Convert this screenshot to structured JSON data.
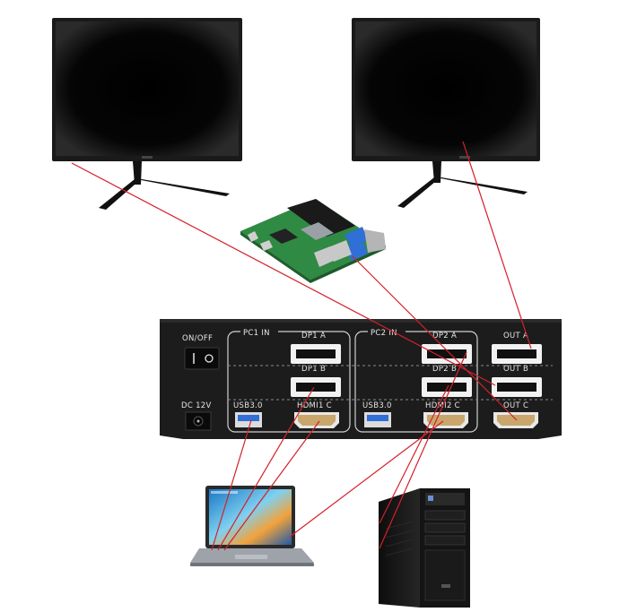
{
  "panel": {
    "power_label": "ON/OFF",
    "dc_label": "DC 12V",
    "pc1": {
      "group_label": "PC1 IN",
      "dp_a": "DP1 A",
      "dp_b": "DP1 B",
      "usb": "USB3.0",
      "hdmi": "HDMI1 C"
    },
    "pc2": {
      "group_label": "PC2 IN",
      "dp_a": "DP2 A",
      "dp_b": "DP2 B",
      "usb": "USB3.0",
      "hdmi": "HDMI2 C"
    },
    "outputs": {
      "out_a": "OUT A",
      "out_b": "OUT B",
      "out_c": "OUT C"
    }
  },
  "colors": {
    "cable": "#d4202a",
    "panel": "#1c1c1c",
    "label_text": "#e6e6e6",
    "usb_port": "#2f6fd6",
    "hdmi_port": "#c9a66b"
  }
}
